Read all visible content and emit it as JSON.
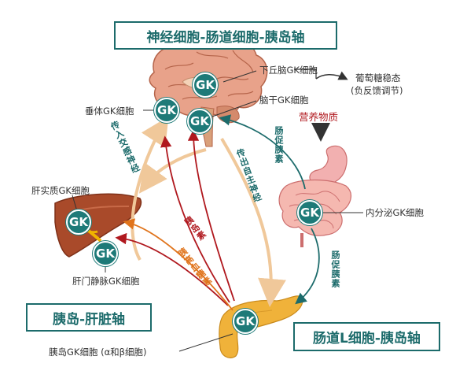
{
  "titles": {
    "top": "神经细胞-肠道细胞-胰岛轴",
    "left": "胰岛-肝脏轴",
    "right": "肠道L细胞-胰岛轴"
  },
  "gk_text": "GK",
  "labels": {
    "hypothalamus": "下丘脑GK细胞",
    "glucose_homeostasis": "葡萄糖稳态",
    "feedback": "(负反馈调节)",
    "brainstem": "脑干GK细胞",
    "pituitary": "垂体GK细胞",
    "nutrients": "营养物质",
    "liver_parenchyma": "肝实质GK细胞",
    "portal_vein": "肝门静脉GK细胞",
    "enteroendocrine": "内分泌GK细胞",
    "islet": "胰岛GK细胞 (α和β细胞)"
  },
  "arrows": {
    "afferent": "传入交感神经",
    "efferent": "传出自主神经",
    "insulin": "胰岛素",
    "hyperglycemic": "胰高血糖素",
    "gut_hormone_1": "肠促胰素",
    "gut_hormone_2": "肠促胰素"
  },
  "colors": {
    "teal": "#1c6b6b",
    "gk_fill": "#1e7a78",
    "insulin_red": "#b0181e",
    "glucagon_orange": "#e0741c",
    "nerve_beige": "#f0c89a",
    "nutrient_red": "#b0181e"
  }
}
